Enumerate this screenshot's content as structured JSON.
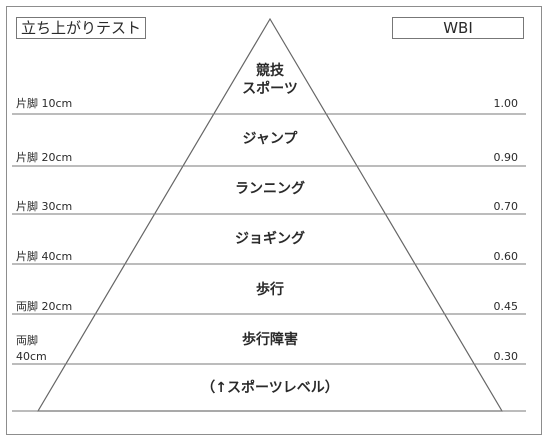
{
  "header": {
    "left_title": "立ち上がりテスト",
    "right_title": "WBI"
  },
  "levels": [
    {
      "label": "競技\nスポーツ",
      "left": "片脚 10cm",
      "right": "1.00"
    },
    {
      "label": "ジャンプ",
      "left": "片脚 20cm",
      "right": "0.90"
    },
    {
      "label": "ランニング",
      "left": "片脚 30cm",
      "right": "0.70"
    },
    {
      "label": "ジョギング",
      "left": "片脚 40cm",
      "right": "0.60"
    },
    {
      "label": "歩行",
      "left": "両脚 20cm",
      "right": "0.45"
    },
    {
      "label": "歩行障害",
      "left": "両脚\n40cm",
      "right": "0.30"
    }
  ],
  "bottom_label": "（↑スポーツレベル）"
}
